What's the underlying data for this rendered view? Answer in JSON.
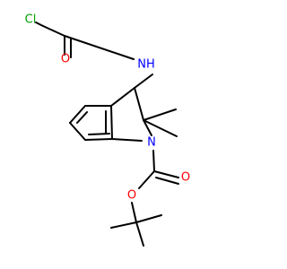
{
  "molecule": {
    "atoms": {
      "cl": {
        "symbol": "Cl"
      },
      "o_amide": {
        "symbol": "O"
      },
      "nh": {
        "symbol": "NH"
      },
      "n_ring": {
        "symbol": "N"
      },
      "o_carbonyl": {
        "symbol": "O"
      },
      "o_ester": {
        "symbol": "O"
      }
    },
    "colors": {
      "bond": "#000000",
      "chlorine": "#00a000",
      "oxygen": "#ff0000",
      "nitrogen": "#0000ff",
      "background": "#ffffff"
    }
  }
}
